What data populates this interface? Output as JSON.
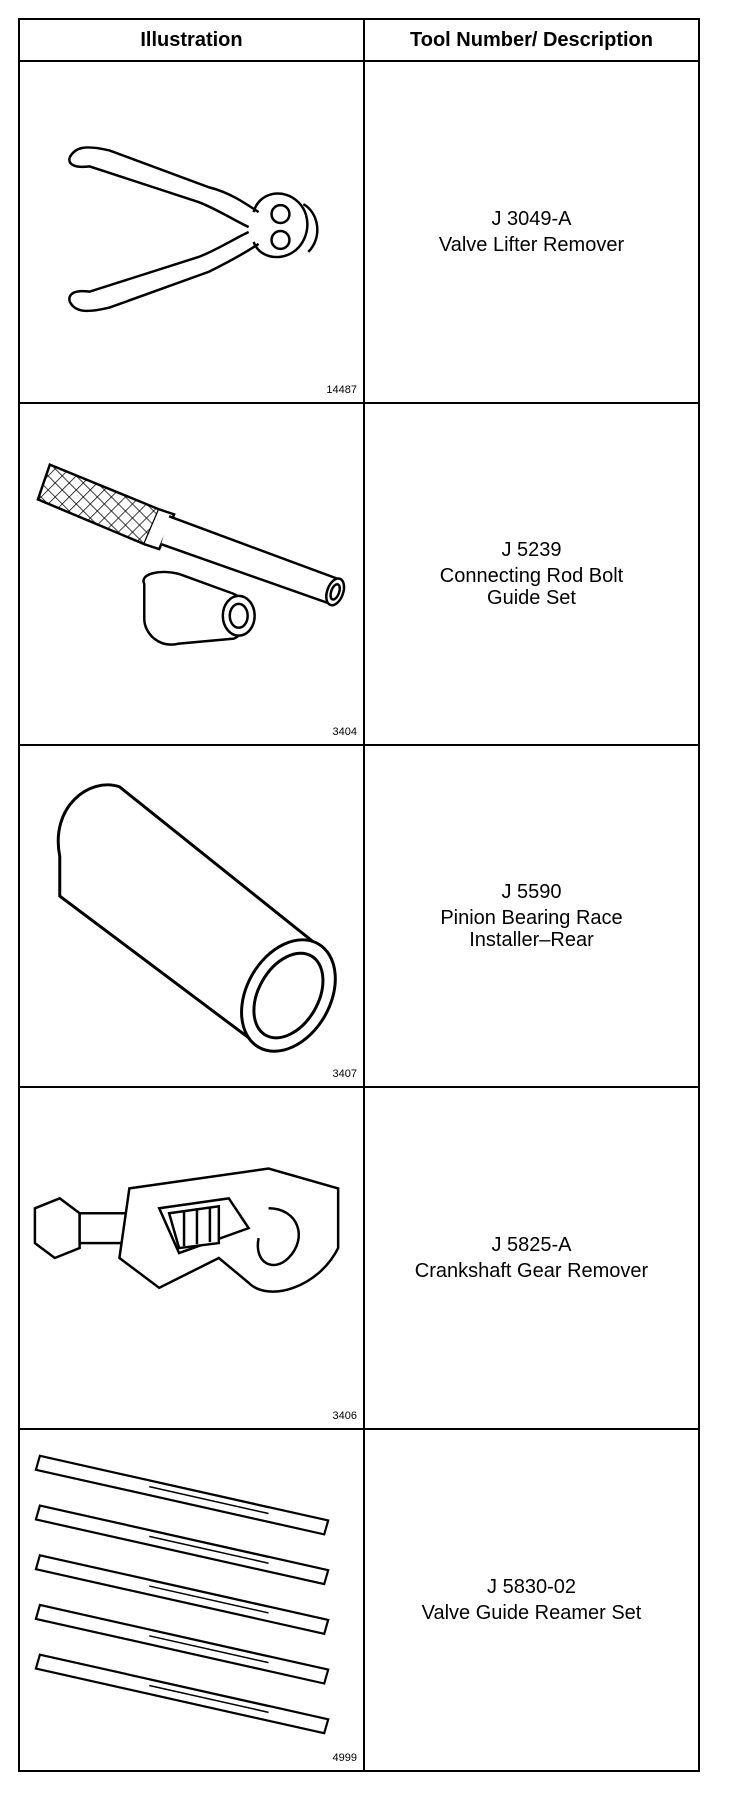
{
  "table": {
    "headers": {
      "illustration": "Illustration",
      "tool": "Tool Number/ Description"
    },
    "rows": [
      {
        "fig": "14487",
        "number": "J 3049-A",
        "description": "Valve Lifter Remover",
        "icon": "pliers-icon"
      },
      {
        "fig": "3404",
        "number": "J 5239",
        "description": "Connecting Rod Bolt\nGuide Set",
        "icon": "rod-bolt-guide-icon"
      },
      {
        "fig": "3407",
        "number": "J 5590",
        "description": "Pinion Bearing Race\nInstaller–Rear",
        "icon": "bearing-race-installer-icon"
      },
      {
        "fig": "3406",
        "number": "J 5825-A",
        "description": "Crankshaft Gear Remover",
        "icon": "gear-puller-icon"
      },
      {
        "fig": "4999",
        "number": "J 5830-02",
        "description": "Valve Guide Reamer Set",
        "icon": "reamer-set-icon"
      }
    ]
  }
}
